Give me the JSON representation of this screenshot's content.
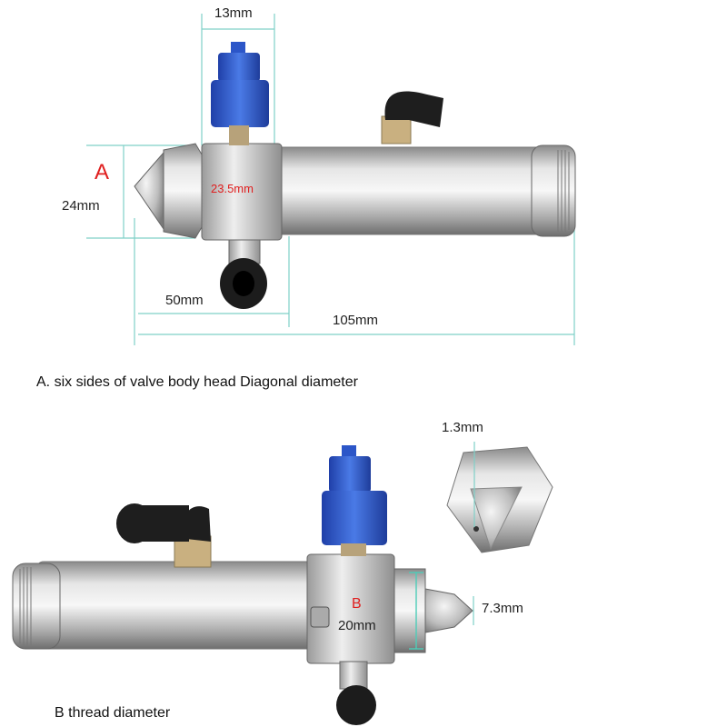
{
  "figure_a": {
    "label_letter": "A",
    "dim_top": "13mm",
    "dim_height": "24mm",
    "dim_hex": "23.5mm",
    "dim_short": "50mm",
    "dim_long": "105mm",
    "caption": "A. six sides of valve body head  Diagonal diameter"
  },
  "figure_b": {
    "label_letter": "B",
    "dim_thread": "20mm",
    "dim_tip": "7.3mm",
    "dim_orifice": "1.3mm",
    "caption": "B thread diameter"
  },
  "colors": {
    "dimension_line": "#7fd0c8",
    "accent_red": "#e02020",
    "cap_blue": "#2f5fd6",
    "steel": "#c8c8c8"
  }
}
